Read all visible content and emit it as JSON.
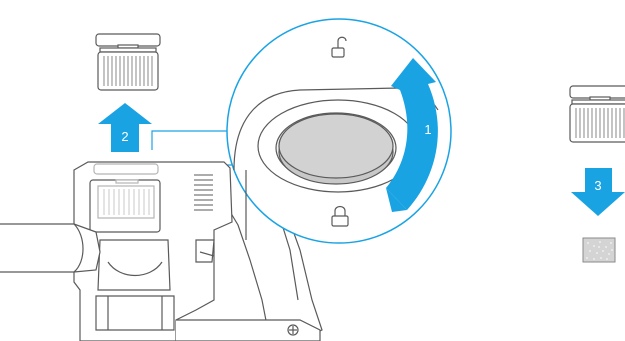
{
  "steps": {
    "rotate": {
      "number": "1"
    },
    "lift": {
      "number": "2"
    },
    "remove_sponge": {
      "number": "3"
    }
  },
  "icons": {
    "unlock": "open-padlock-icon",
    "lock": "closed-padlock-icon"
  },
  "colors": {
    "accent": "#1aa3e3",
    "outline": "#5a5a5a",
    "sponge": "#c8c8c8"
  }
}
